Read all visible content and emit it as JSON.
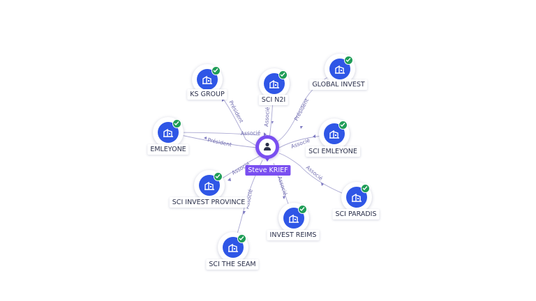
{
  "center": {
    "name": "Steve KRIEF",
    "icon": "person-icon"
  },
  "companies": [
    {
      "id": "ks-group",
      "label": "KS GROUP",
      "relation": "Président",
      "icon": "building-icon",
      "status": "verified-check-icon"
    },
    {
      "id": "sci-n2i",
      "label": "SCI N2I",
      "relation": "Associé",
      "icon": "building-icon",
      "status": "verified-check-icon"
    },
    {
      "id": "global-invest",
      "label": "GLOBAL INVEST",
      "relation": "Président",
      "icon": "building-icon",
      "status": "verified-check-icon"
    },
    {
      "id": "emleyone-assoc",
      "label": "EMLEYONE",
      "relation": "Associé",
      "icon": "building-icon",
      "status": "verified-check-icon"
    },
    {
      "id": "emleyone-pres",
      "label": "",
      "relation": "Président",
      "icon": "",
      "status": ""
    },
    {
      "id": "sci-emleyone",
      "label": "SCI EMLEYONE",
      "relation": "Associé",
      "icon": "building-icon",
      "status": "verified-check-icon"
    },
    {
      "id": "sci-invest-province",
      "label": "SCI INVEST PROVINCE",
      "relation": "Associé",
      "icon": "building-icon",
      "status": "verified-check-icon"
    },
    {
      "id": "sci-paradis",
      "label": "SCI PARADIS",
      "relation": "Associé",
      "icon": "building-icon",
      "status": "verified-check-icon"
    },
    {
      "id": "invest-reims",
      "label": "INVEST REIMS",
      "relation": "Associé",
      "icon": "building-icon",
      "status": "verified-check-icon"
    },
    {
      "id": "sci-the-seam",
      "label": "SCI THE SEAM",
      "relation": "Associé",
      "icon": "building-icon",
      "status": "verified-check-icon"
    }
  ],
  "colors": {
    "company": "#2f56e6",
    "check": "#1f9d57",
    "person": "#7a4ff0",
    "edge": "#a9a7d2",
    "edgeLabel": "#6e6aae"
  }
}
